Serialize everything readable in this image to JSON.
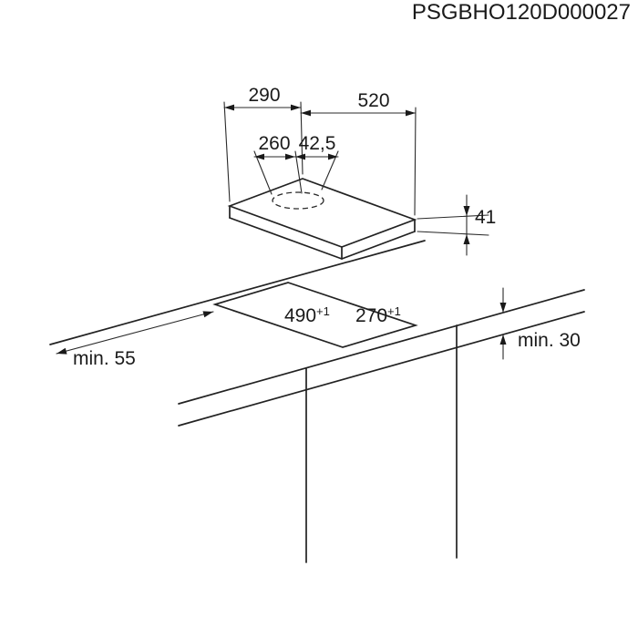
{
  "title": "PSGBHO120D000027",
  "dimensions": {
    "hob_width": "290",
    "hob_depth": "520",
    "burner_center_a": "260",
    "burner_center_b": "42,5",
    "hob_height": "41",
    "cutout_depth": "490",
    "cutout_depth_tolerance": "+1",
    "cutout_width": "270",
    "cutout_width_tolerance": "+1",
    "min_distance_front": "min. 55",
    "min_worktop_thickness": "min. 30"
  }
}
